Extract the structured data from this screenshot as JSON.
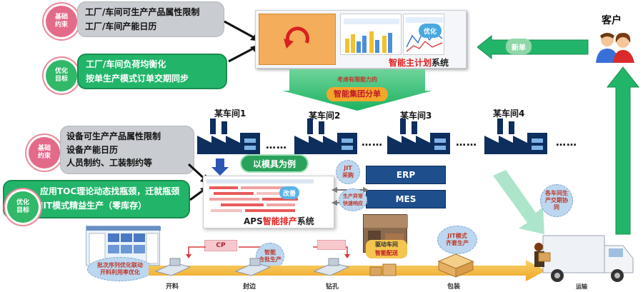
{
  "top_left": {
    "badge1": "基础\n约束",
    "box1_line1": "工厂/车间可生产产品属性限制",
    "box1_line2": "工厂/车间产能日历",
    "badge2": "优化\n目标",
    "box2_line1": "工厂/车间负荷均衡化",
    "box2_line2": "按单生产模式订单交期同步"
  },
  "master_plan": {
    "tag": "优化",
    "label_red": "智能主计划",
    "label_black": "系统"
  },
  "customer": {
    "label": "客户",
    "new_order": "新单"
  },
  "group_split": {
    "line1": "考虑有限能力的",
    "line2": "智能集团分单"
  },
  "workshops": [
    {
      "label": "某车间1"
    },
    {
      "label": "某车间2"
    },
    {
      "label": "某车间3"
    },
    {
      "label": "某车间4"
    }
  ],
  "dots": "……",
  "mid_left": {
    "badge3": "基础\n约束",
    "box3_line1": "设备可生产产品属性限制",
    "box3_line2": "设备产能日历",
    "box3_line3": "人员制约、工装制约等",
    "badge4": "优化\n目标",
    "box4_line1": "应用TOC理论动态找瓶颈，迁就瓶颈",
    "box4_line2": "JIT模式精益生产（零库存）"
  },
  "mold_example": "以模具为例",
  "aps": {
    "improve": "改善",
    "label_prefix": "APS",
    "label_red": "智能排产",
    "label_suffix": "系统"
  },
  "systems": {
    "erp": "ERP",
    "mes": "MES",
    "jit_purchase": "JIT\n采购",
    "fast_response": "生产异常\n快速响应"
  },
  "delivery_tag": "各车间生产交期协同",
  "bottom": {
    "batch_opt": "批次序列优化联动\n开料利用率优化",
    "cp": "CP",
    "smart_batch": "智能\n合批生产",
    "smart_dispatch_1": "驱动车间",
    "smart_dispatch_2": "智能配送",
    "jit_mode": "JIT模式\n齐套生产",
    "steps": [
      "开料",
      "封边",
      "钻孔",
      "包装"
    ],
    "transport": "运输"
  }
}
